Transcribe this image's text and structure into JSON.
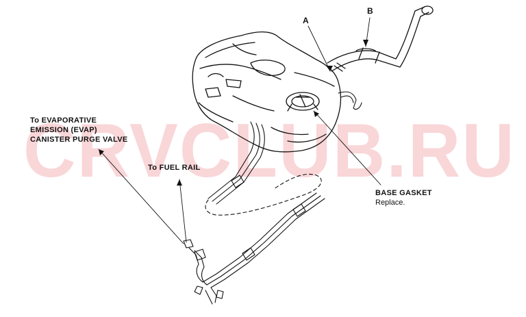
{
  "watermark": "CRVCLUB.RU",
  "callouts": {
    "a": "A",
    "b": "B"
  },
  "labels": {
    "evap_line1": "To EVAPORATIVE",
    "evap_line2": "EMISSION (EVAP)",
    "evap_line3": "CANISTER PURGE VALVE",
    "fuel_rail": "To FUEL RAIL",
    "base_gasket": "BASE GASKET",
    "base_gasket_note": "Replace."
  }
}
